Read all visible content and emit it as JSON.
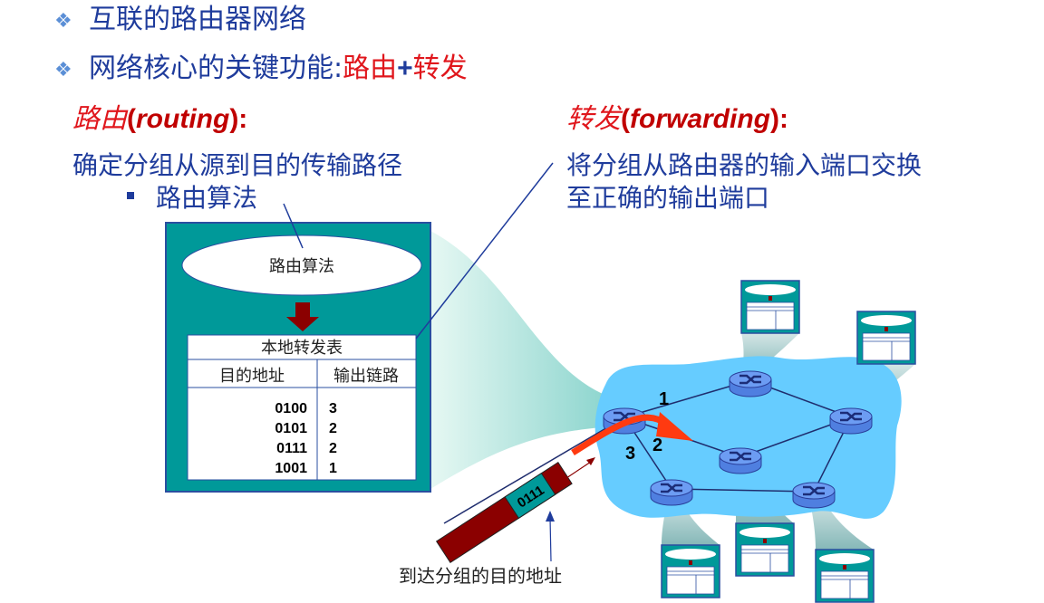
{
  "bullets": [
    {
      "text": "互联的路由器网络"
    },
    {
      "prefix": "网络核心的关键功能:",
      "a": "路由",
      "plus": "+",
      "b": "转发"
    }
  ],
  "routing": {
    "cn": "路由",
    "en": "routing",
    "desc": "确定分组从源到目的传输路径",
    "sub_bullet": "路由算法"
  },
  "forwarding": {
    "cn": "转发",
    "en": "forwarding",
    "desc_line1": "将分组从路由器的输入端口交换",
    "desc_line2": "至正确的输出端口"
  },
  "router_box": {
    "algorithm": "路由算法",
    "table_title": "本地转发表",
    "col_dest": "目的地址",
    "col_link": "输出链路",
    "rows": [
      {
        "dest": "0100",
        "link": "3"
      },
      {
        "dest": "0101",
        "link": "2"
      },
      {
        "dest": "0111",
        "link": "2"
      },
      {
        "dest": "1001",
        "link": "1"
      }
    ]
  },
  "network": {
    "link_labels": [
      "1",
      "2",
      "3"
    ],
    "packet_header": "0111",
    "caption": "到达分组的目的地址"
  },
  "colors": {
    "text_blue": "#1f3c9c",
    "accent_red": "#e0161c",
    "teal": "#009999",
    "cloud": "#66ccff",
    "packet": "#8b0000"
  }
}
